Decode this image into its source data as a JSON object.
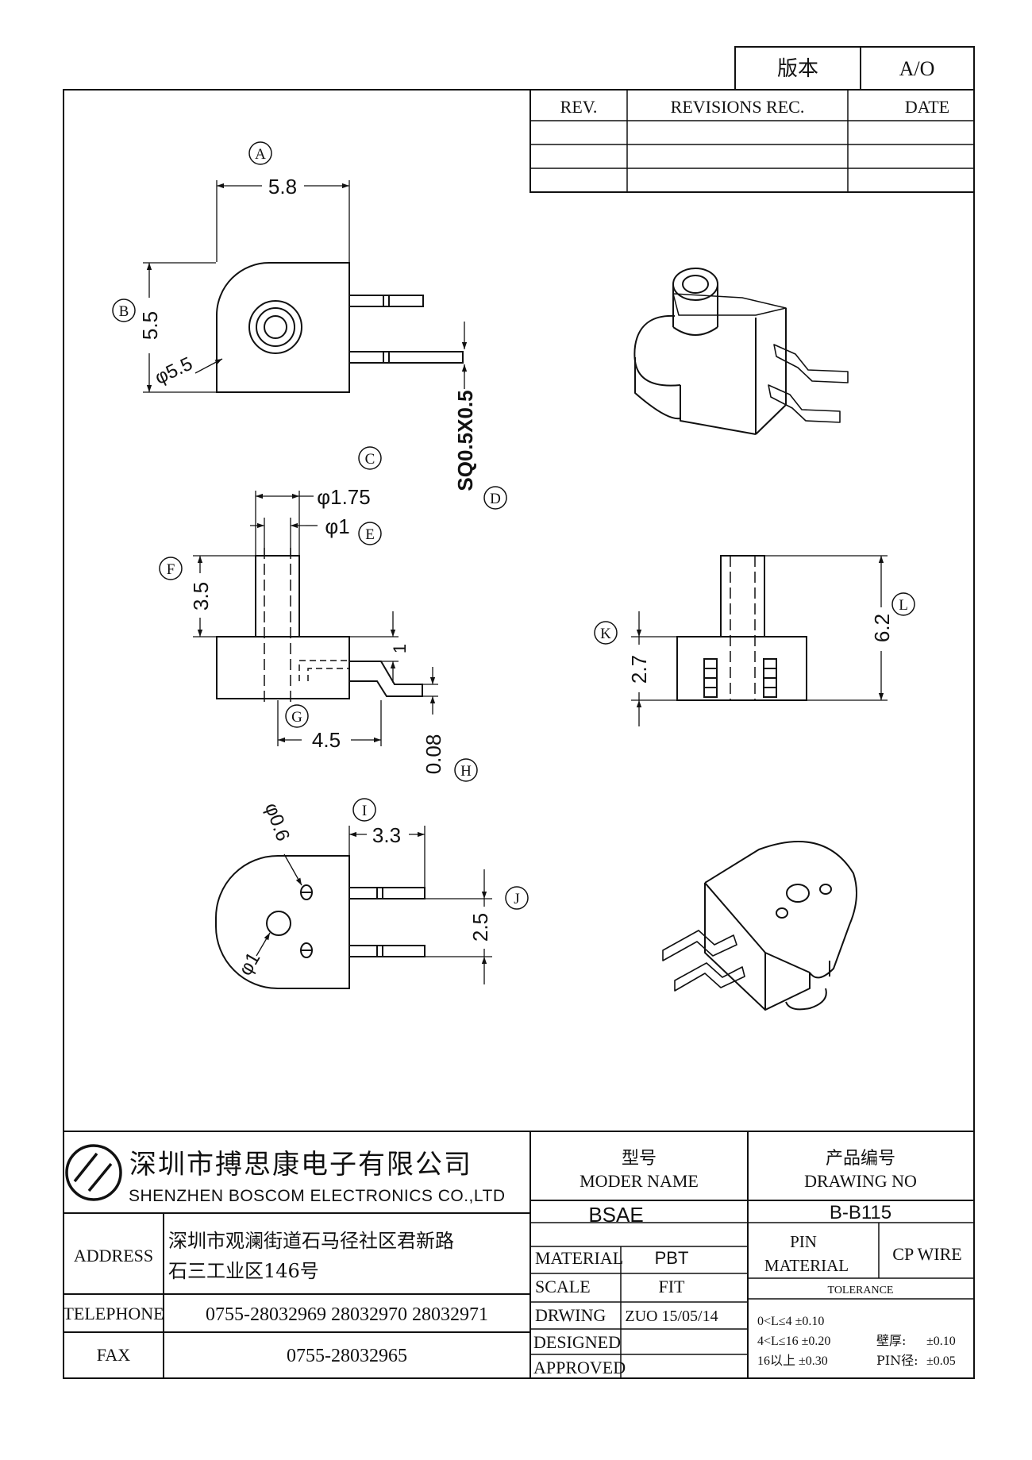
{
  "version_box": {
    "label": "版本",
    "value": "A/O"
  },
  "revisions_table": {
    "headers": [
      "REV.",
      "REVISIONS REC.",
      "DATE"
    ],
    "rows": [
      [
        "",
        "",
        ""
      ],
      [
        "",
        "",
        ""
      ],
      [
        "",
        "",
        ""
      ]
    ]
  },
  "callouts": [
    "A",
    "B",
    "C",
    "D",
    "E",
    "F",
    "G",
    "H",
    "I",
    "J",
    "K",
    "L"
  ],
  "dimensions": {
    "A": "5.8",
    "B": "5.5",
    "B_dia": "φ5.5",
    "C": "φ1.75",
    "D": "SQ0.5X0.5",
    "E": "φ1",
    "F": "3.5",
    "G": "4.5",
    "H": "0.08",
    "gap": "1",
    "I": "3.3",
    "I_hole": "φ0.6",
    "hole_dia": "φ1",
    "J": "2.5",
    "K": "2.7",
    "L": "6.2"
  },
  "title_block": {
    "company_cn": "深圳市搏思康电子有限公司",
    "company_en": "SHENZHEN BOSCOM ELECTRONICS CO.,LTD",
    "address_label": "ADDRESS",
    "address_line1": "深圳市观澜街道石马径社区君新路",
    "address_line2": "石三工业区146号",
    "telephone_label": "TELEPHONE",
    "telephone": "0755-28032969 28032970 28032971",
    "fax_label": "FAX",
    "fax": "0755-28032965",
    "model_cn": "型号",
    "model_en": "MODER NAME",
    "model": "BSAE",
    "drawing_no_cn": "产品编号",
    "drawing_no_en": "DRAWING NO",
    "drawing_no": "B-B115",
    "material_label": "MATERIAL",
    "material": "PBT",
    "scale_label": "SCALE",
    "scale": "FIT",
    "drawing_label": "DRWING",
    "drawing": "ZUO 15/05/14",
    "designed_label": "DESIGNED",
    "designed": "",
    "approved_label": "APPROVED",
    "approved": "",
    "pin_material_label_1": "PIN",
    "pin_material_label_2": "MATERIAL",
    "pin_material": "CP WIRE",
    "tolerance_label": "TOLERANCE",
    "tol_1": "0<L≤4  ±0.10",
    "tol_2": "4<L≤16  ±0.20",
    "tol_3": "16以上     ±0.30",
    "wall_label": "壁厚:",
    "wall_value": "±0.10",
    "pin_dia_label": "PIN径:",
    "pin_dia_value": "±0.05"
  }
}
